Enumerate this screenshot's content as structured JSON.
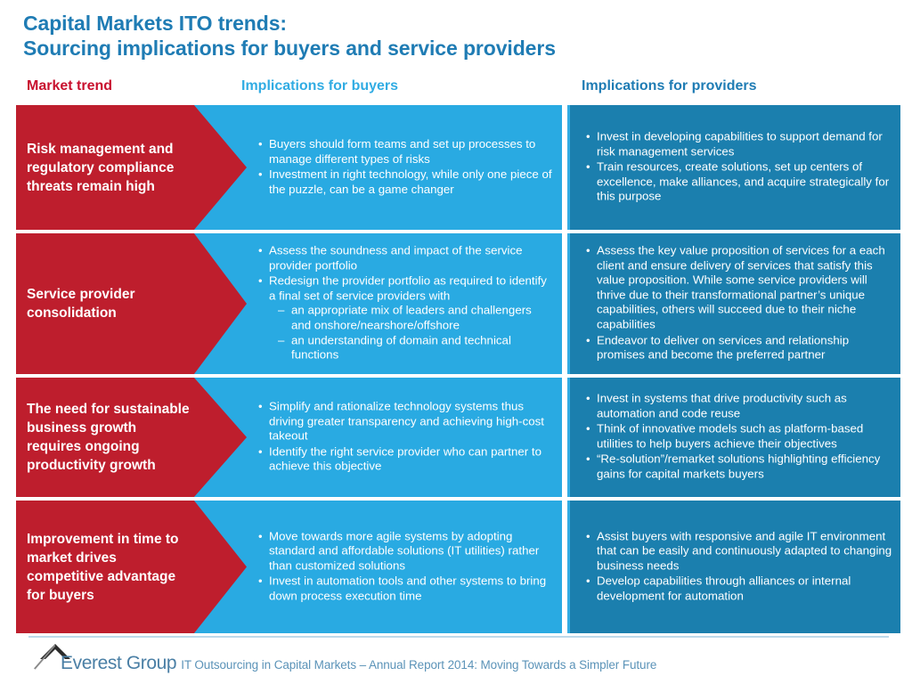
{
  "title": {
    "line1": "Capital Markets ITO trends:",
    "line2": "Sourcing implications for buyers and service providers",
    "color": "#1f7cb4"
  },
  "columns": {
    "trend_header": "Market trend",
    "buyers_header": "Implications for buyers",
    "providers_header": "Implications for providers",
    "trend_header_color": "#c8102e",
    "buyers_header_color": "#31ace3",
    "providers_header_color": "#1f7cb4"
  },
  "colors": {
    "trend_cell": "#be1e2d",
    "buyers_cell": "#29aae2",
    "providers_cell": "#1b7fae",
    "text_on_fill": "#ffffff"
  },
  "rows": [
    {
      "trend": "Risk management and regulatory compliance threats remain high",
      "buyers": [
        {
          "text": "Buyers should form teams and set up processes to manage different types of risks"
        },
        {
          "text": "Investment in right technology, while only one piece of the puzzle, can be a game changer"
        }
      ],
      "providers": [
        {
          "text": "Invest in developing capabilities to support demand for risk management services"
        },
        {
          "text": "Train resources, create solutions, set up centers of excellence, make alliances, and acquire strategically for this purpose"
        }
      ]
    },
    {
      "trend": "Service provider consolidation",
      "buyers": [
        {
          "text": "Assess the soundness and impact of the service provider portfolio"
        },
        {
          "text": "Redesign the provider portfolio as required to identify a final set of service providers with",
          "sub": [
            "an appropriate mix of leaders and challengers and onshore/nearshore/offshore",
            "an understanding of domain and technical functions"
          ]
        }
      ],
      "providers": [
        {
          "text": "Assess the key value proposition of services for a each client and ensure delivery of services that satisfy this value proposition. While some service providers will thrive due to their transformational partner’s unique capabilities, others will succeed due to their niche capabilities"
        },
        {
          "text": "Endeavor to deliver on services and relationship promises and become the preferred partner"
        }
      ]
    },
    {
      "trend": "The need for sustainable business growth requires ongoing productivity growth",
      "buyers": [
        {
          "text": "Simplify and rationalize technology systems thus driving greater transparency and achieving high-cost takeout"
        },
        {
          "text": "Identify the right service provider who can partner to achieve this objective"
        }
      ],
      "providers": [
        {
          "text": "Invest in systems that drive productivity such as automation and code reuse"
        },
        {
          "text": "Think of innovative models such as platform-based utilities to help buyers achieve their objectives"
        },
        {
          "text": "“Re-solution”/remarket solutions highlighting efficiency gains for capital markets buyers"
        }
      ]
    },
    {
      "trend": "Improvement in time to market drives competitive advantage for buyers",
      "buyers": [
        {
          "text": "Move towards more agile systems by adopting standard and affordable solutions (IT utilities) rather than customized solutions"
        },
        {
          "text": "Invest in automation tools and other systems to bring down process execution time"
        }
      ],
      "providers": [
        {
          "text": "Assist buyers with responsive and agile IT environment that can be easily and continuously adapted to changing business needs"
        },
        {
          "text": "Develop capabilities through alliances or internal development for automation"
        }
      ]
    }
  ],
  "footer": {
    "brand": "Everest Group",
    "caption": "IT Outsourcing in Capital Markets – Annual Report 2014: Moving Towards a Simpler Future"
  }
}
